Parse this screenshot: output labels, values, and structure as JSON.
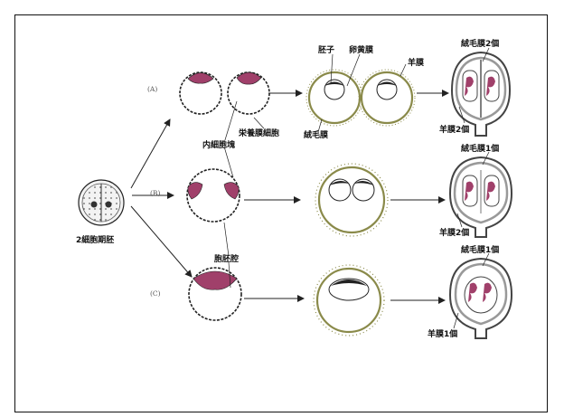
{
  "labels": {
    "two_cell": "2細胞期胚",
    "row_a": "(A)",
    "row_b": "(B)",
    "row_c": "(C)",
    "embryo": "胚子",
    "yolk_sac": "卵黄膜",
    "amnion": "羊膜",
    "trophoblast": "栄養膜細胞",
    "inner_cell_mass": "内細胞塊",
    "chorion": "絨毛膜",
    "blastocoel": "胞胚腔",
    "chorion_2": "絨毛膜2個",
    "amnion_2_a": "羊膜2個",
    "chorion_1_b": "絨毛膜1個",
    "amnion_2_b": "羊膜2個",
    "chorion_1_c": "絨毛膜1個",
    "amnion_1_c": "羊膜1個"
  },
  "colors": {
    "cell_mass": "#a0406a",
    "membrane": "#8a8a4a",
    "outline": "#222222"
  }
}
